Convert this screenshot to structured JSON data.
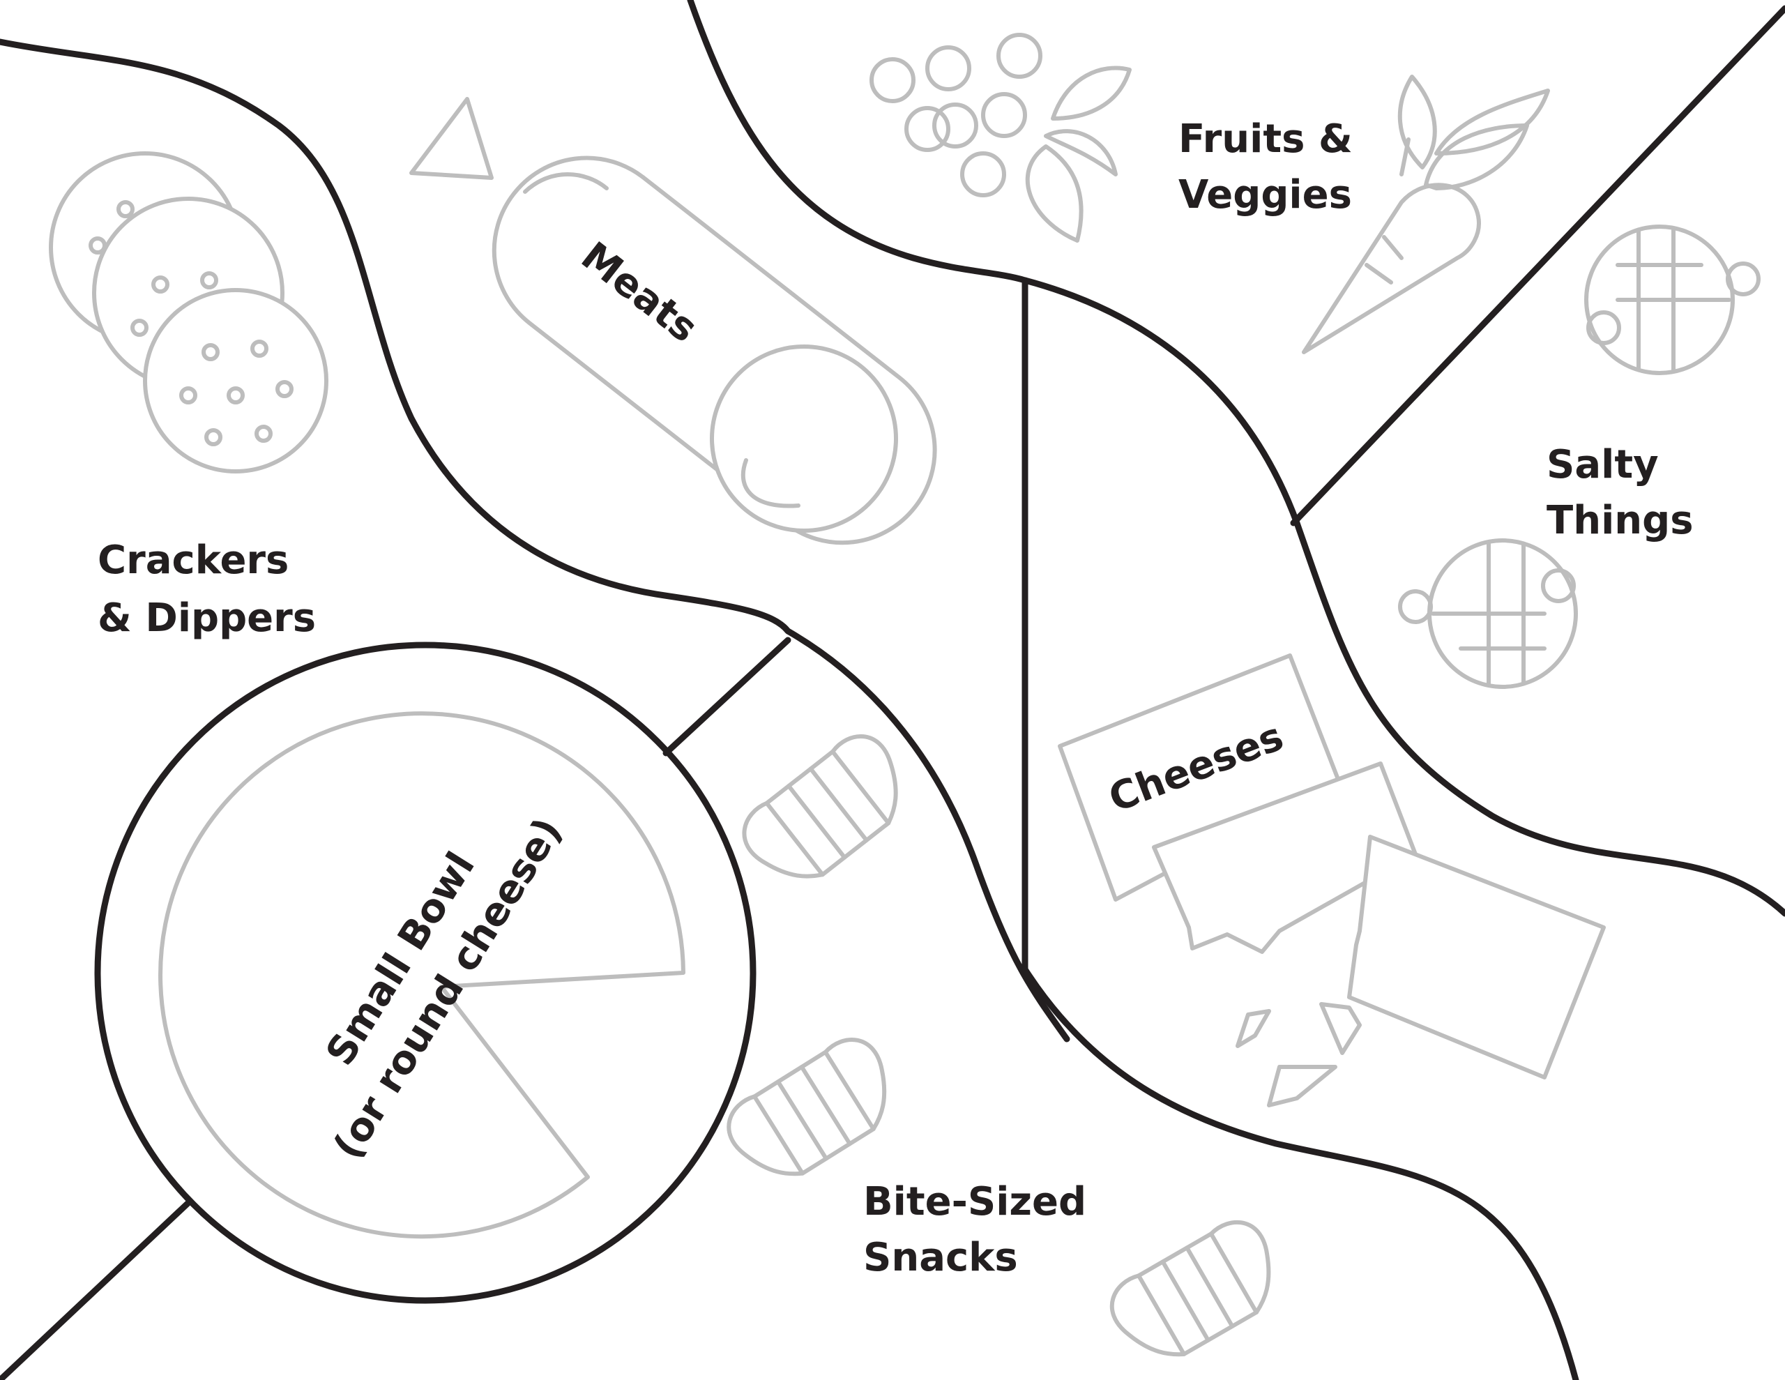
{
  "zones": {
    "crackers": {
      "line1": "Crackers",
      "line2": "& Dippers"
    },
    "meats": {
      "label": "Meats"
    },
    "fruits": {
      "line1": "Fruits &",
      "line2": "Veggies"
    },
    "salty": {
      "line1": "Salty",
      "line2": "Things"
    },
    "cheeses": {
      "label": "Cheeses"
    },
    "bowl": {
      "line1": "Small Bowl",
      "line2": "(or round cheese)"
    },
    "snacks": {
      "line1": "Bite-Sized",
      "line2": "Snacks"
    }
  },
  "colors": {
    "divider": "#231f20",
    "illustration": "#bdbdbd",
    "text": "#231f20",
    "background": "#ffffff"
  },
  "icons": [
    "crackers-icon",
    "salami-icon",
    "grapes-icon",
    "carrot-icon",
    "pretzel-icon",
    "cheese-wedge-icon",
    "croissant-icon",
    "cheese-slices-icon"
  ]
}
